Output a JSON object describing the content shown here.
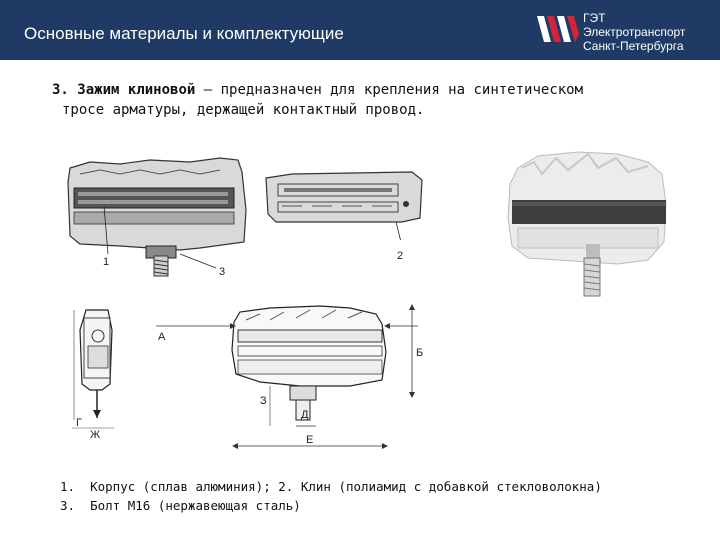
{
  "header": {
    "title": "Основные материалы и комплектующие",
    "bg_color": "#1f3a64",
    "logo": {
      "icon": "ww-logo-icon",
      "line1": "ГЭТ",
      "line2": "Электротранспорт",
      "line3": "Санкт-Петербурга",
      "accent_color": "#d4243b"
    }
  },
  "intro": {
    "number": "3.",
    "term": "Зажим клиновой",
    "text_line1": " – предназначен для крепления на синтетическом",
    "text_line2": "тросе арматуры, держащей контактный провод."
  },
  "figures": {
    "label_1": "1",
    "label_2": "2",
    "label_3": "3",
    "dim_labels": {
      "b": "Б",
      "e": "Е",
      "d": "Д",
      "z": "З",
      "a": "А",
      "g": "Г",
      "zh": "Ж"
    }
  },
  "caption": {
    "line1": "1.  Корпус (сплав алюминия); 2. Клин (полиамид с добавкой стекловолокна)",
    "line2": "3.  Болт М16 (нержавеющая сталь)"
  }
}
